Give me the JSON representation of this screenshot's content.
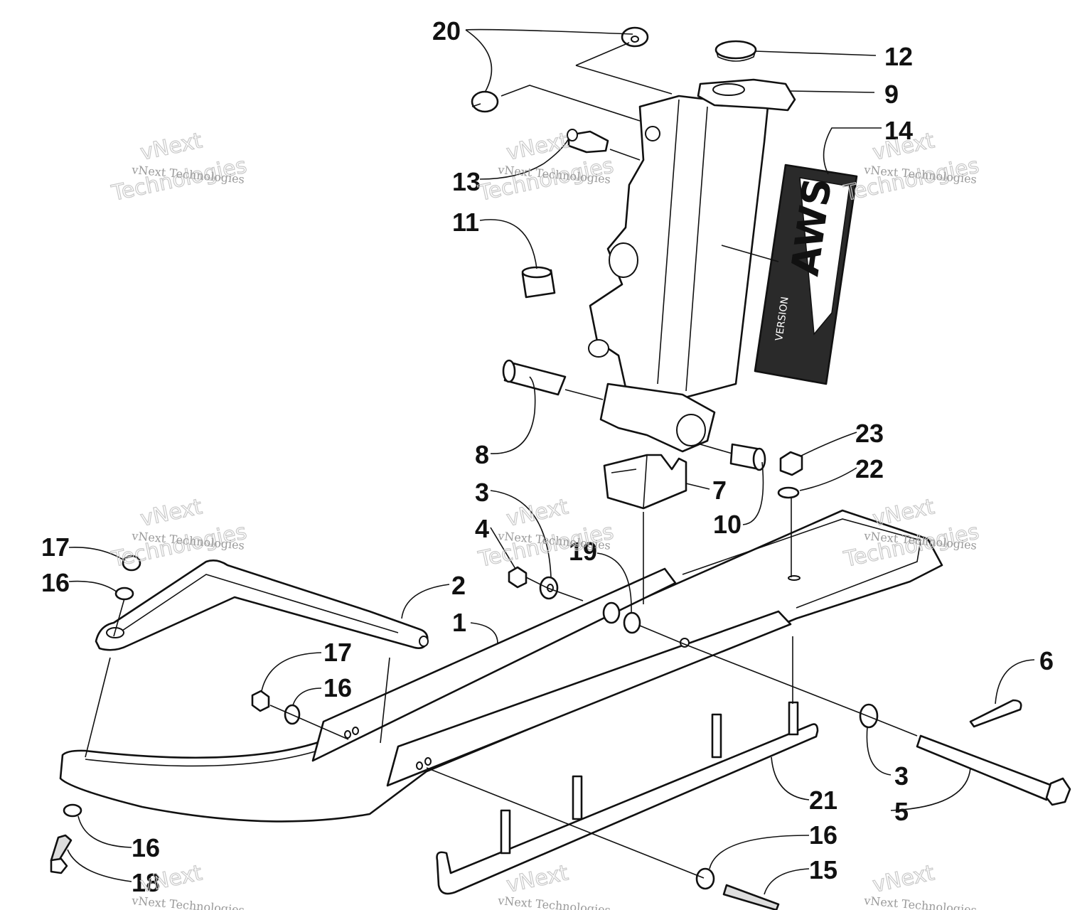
{
  "callouts": [
    "20",
    "12",
    "9",
    "14",
    "13",
    "11",
    "8",
    "7",
    "10",
    "23",
    "22",
    "3",
    "4",
    "19",
    "17",
    "16",
    "2",
    "1",
    "17",
    "16",
    "6",
    "3",
    "5",
    "21",
    "16",
    "18",
    "16",
    "15"
  ],
  "decal": {
    "brand": "AWS",
    "version": "VERSION"
  },
  "watermark": {
    "line1": "vNext",
    "line2": "Technologies",
    "full": "vNext Technologies"
  }
}
